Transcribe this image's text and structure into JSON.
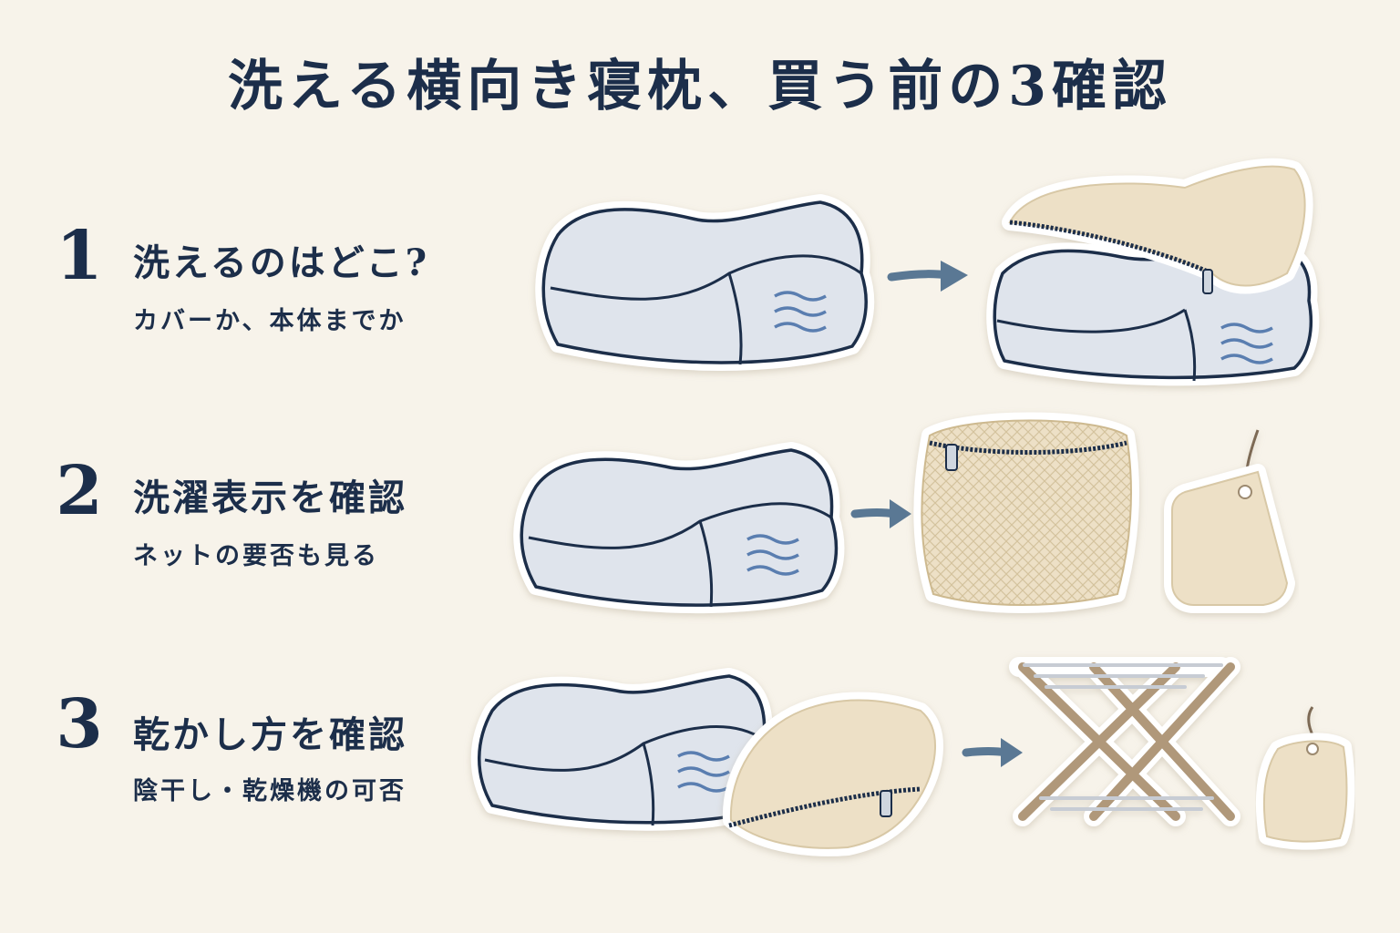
{
  "title": "洗える横向き寝枕、買う前の3確認",
  "steps": [
    {
      "number": "1",
      "heading": "洗えるのはどこ?",
      "sub": "カバーか、本体までか"
    },
    {
      "number": "2",
      "heading": "洗濯表示を確認",
      "sub": "ネットの要否も見る"
    },
    {
      "number": "3",
      "heading": "乾かし方を確認",
      "sub": "陰干し・乾燥機の可否"
    }
  ],
  "colors": {
    "navy": "#1c2e4a",
    "arrow": "#5a7894",
    "background": "#f7f3ea",
    "pillow": "#dfe4ec",
    "beige": "#ede0c6"
  }
}
